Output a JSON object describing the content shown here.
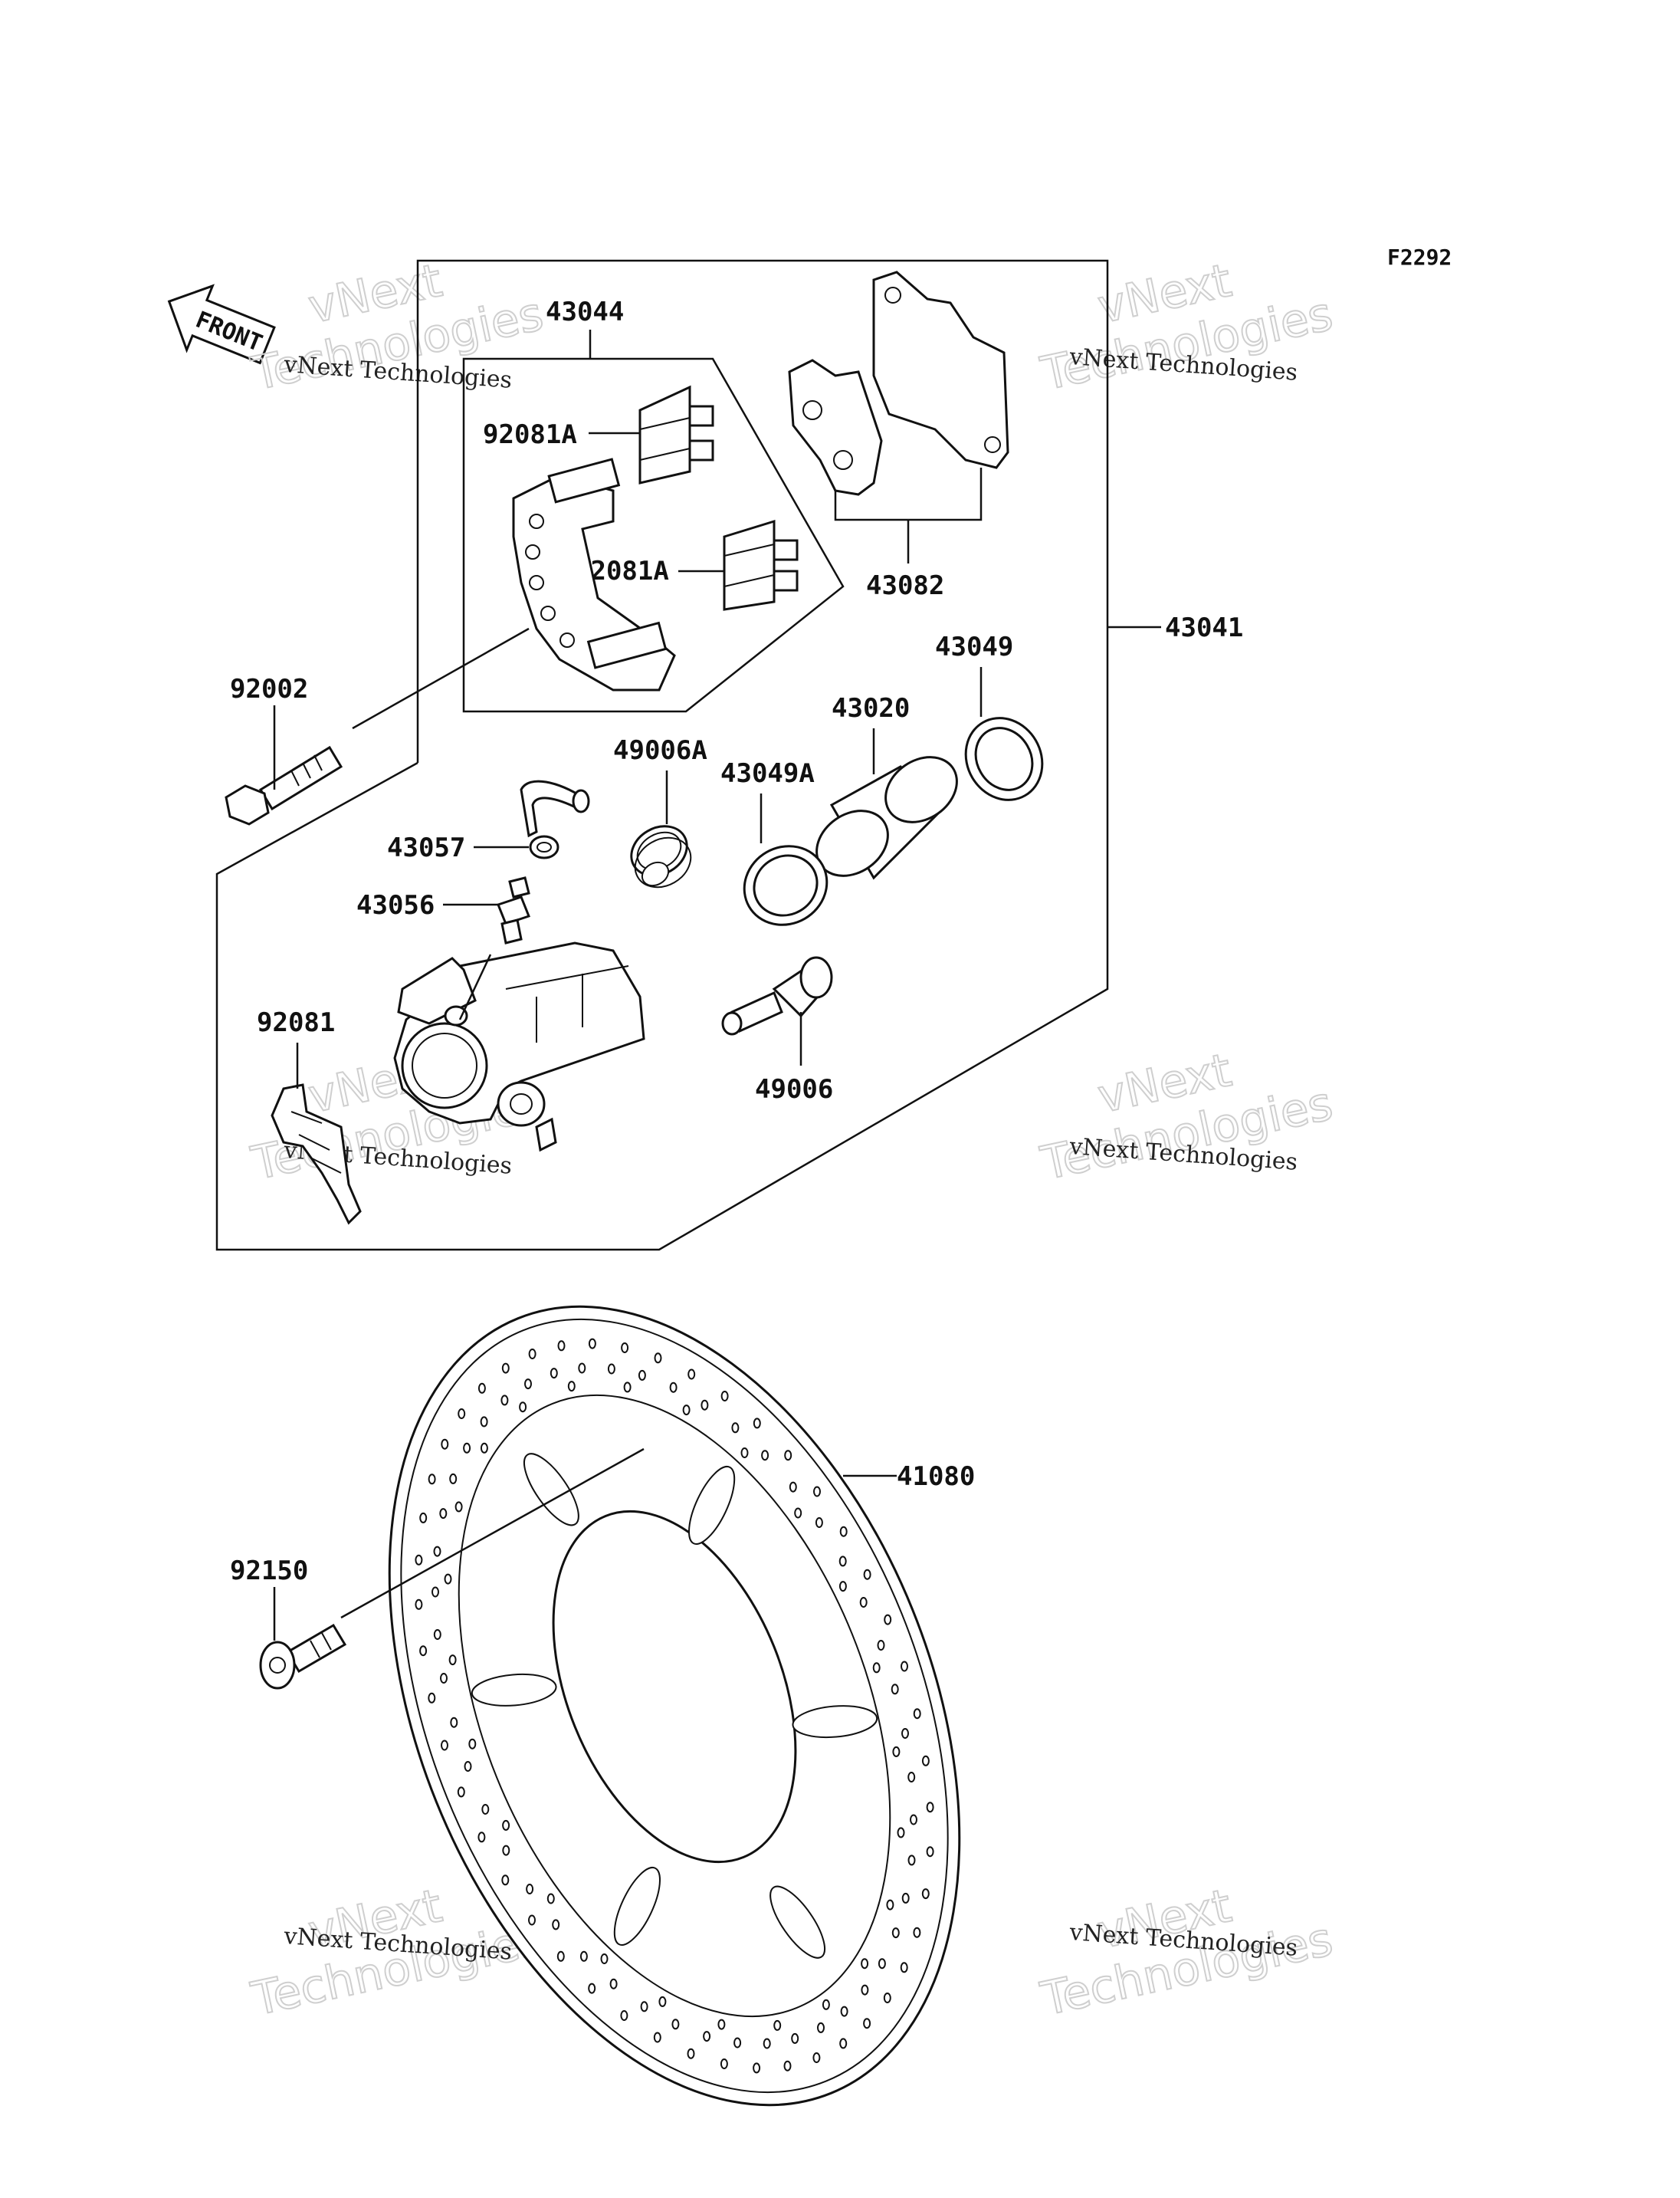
{
  "diagram_code": "F2292",
  "front_label": "FRONT",
  "watermark": {
    "company": "vNext Technologies",
    "big_line1": "vNext",
    "big_line2": "Technologies"
  },
  "parts": {
    "p43044": "43044",
    "p92081A_1": "92081A",
    "p92081A_2": "92081A",
    "p43082": "43082",
    "p43041": "43041",
    "p43049": "43049",
    "p43020": "43020",
    "p49006A": "49006A",
    "p43049A": "43049A",
    "p92002": "92002",
    "p43057": "43057",
    "p43056": "43056",
    "p92081": "92081",
    "p49006": "49006",
    "p41080": "41080",
    "p92150": "92150"
  }
}
